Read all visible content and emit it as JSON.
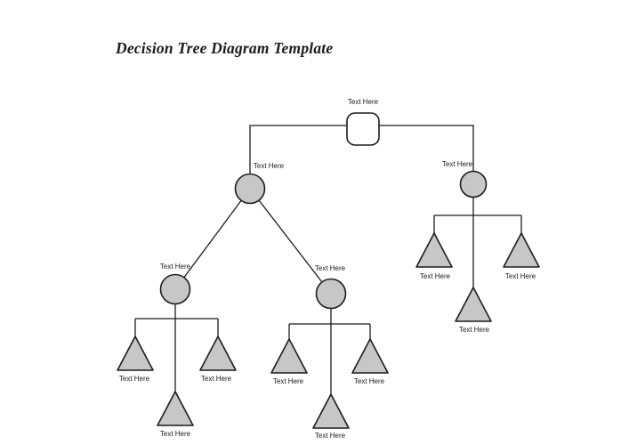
{
  "title": "Decision Tree Diagram Template",
  "colors": {
    "background": "#ffffff",
    "shape_fill": "#c7c7c7",
    "root_fill": "#ffffff",
    "stroke": "#1c1c1c"
  },
  "nodes": {
    "root": {
      "label": "Text Here",
      "shape": "rounded-square"
    },
    "branch_left": {
      "label": "Text Here",
      "shape": "circle"
    },
    "branch_right": {
      "label": "Text Here",
      "shape": "circle"
    },
    "sub_left": {
      "label": "Text Here",
      "shape": "circle"
    },
    "sub_right": {
      "label": "Text Here",
      "shape": "circle"
    },
    "leaf_right_left": {
      "label": "Text Here",
      "shape": "triangle"
    },
    "leaf_right_right": {
      "label": "Text Here",
      "shape": "triangle"
    },
    "leaf_right_middle": {
      "label": "Text Here",
      "shape": "triangle"
    },
    "leaf_subleft_left": {
      "label": "Text Here",
      "shape": "triangle"
    },
    "leaf_subleft_right": {
      "label": "Text Here",
      "shape": "triangle"
    },
    "leaf_subleft_middle": {
      "label": "Text Here",
      "shape": "triangle"
    },
    "leaf_subright_left": {
      "label": "Text Here",
      "shape": "triangle"
    },
    "leaf_subright_right": {
      "label": "Text Here",
      "shape": "triangle"
    },
    "leaf_subright_middle": {
      "label": "Text Here",
      "shape": "triangle"
    }
  }
}
